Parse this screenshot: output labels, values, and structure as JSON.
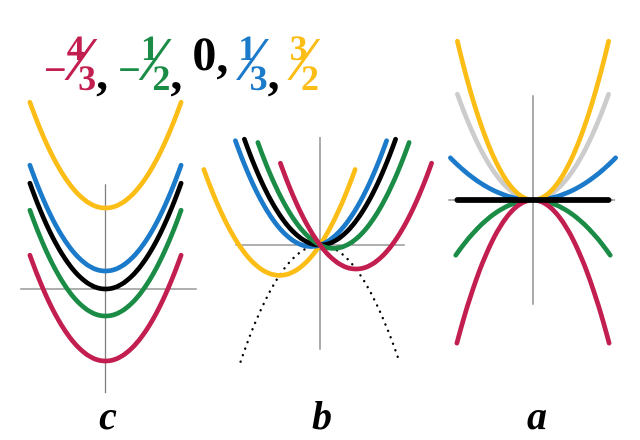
{
  "palette": {
    "crimson": "#C21E4F",
    "green": "#1A8C46",
    "black": "#000000",
    "blue": "#1B7AC9",
    "yellow": "#FBBD16",
    "gray": "#CCCCCC",
    "axis": "#808080"
  },
  "legend": {
    "separator": ",",
    "items": [
      {
        "label": "-4/3",
        "sign": "−",
        "numerator": "4",
        "denominator": "3",
        "color_name": "crimson"
      },
      {
        "label": "-1/2",
        "sign": "−",
        "numerator": "1",
        "denominator": "2",
        "color_name": "green"
      },
      {
        "label": "0",
        "value": "0",
        "color_name": "black"
      },
      {
        "label": "1/3",
        "sign": "",
        "numerator": "1",
        "denominator": "3",
        "color_name": "blue"
      },
      {
        "label": "3/2",
        "sign": "",
        "numerator": "3",
        "denominator": "2",
        "color_name": "yellow"
      }
    ]
  },
  "chart_data": [
    {
      "type": "line",
      "panel_label": "c",
      "family": "y = x^2 + c",
      "varying": "c",
      "grid": false,
      "x_axis_range": [
        -1.58,
        1.69
      ],
      "y_axis_range": [
        -1.93,
        1.94
      ],
      "curves": [
        {
          "value": -1.3333,
          "label": "-4/3",
          "color_name": "crimson",
          "x_range": [
            -1.4,
            1.4
          ]
        },
        {
          "value": -0.5,
          "label": "-1/2",
          "color_name": "green",
          "x_range": [
            -1.4,
            1.4
          ]
        },
        {
          "value": 0,
          "label": "0",
          "color_name": "black",
          "x_range": [
            -1.4,
            1.4
          ]
        },
        {
          "value": 0.3333,
          "label": "1/3",
          "color_name": "blue",
          "x_range": [
            -1.4,
            1.4
          ]
        },
        {
          "value": 1.5,
          "label": "3/2",
          "color_name": "yellow",
          "x_range": [
            -1.4,
            1.4
          ]
        }
      ]
    },
    {
      "type": "line",
      "panel_label": "b",
      "family": "y = x^2 + bx",
      "varying": "b",
      "grid": false,
      "x_axis_range": [
        -1.57,
        1.57
      ],
      "y_axis_range": [
        -1.94,
        2.0
      ],
      "envelope": {
        "family": "y = -x^2",
        "style": "dotted",
        "color_name": "black",
        "x_range": [
          -1.47,
          1.47
        ]
      },
      "curves": [
        {
          "value": 1.5,
          "label": "3/2",
          "color_name": "yellow",
          "x_range": [
            -2.15,
            0.65
          ]
        },
        {
          "value": 0.3333,
          "label": "1/3",
          "color_name": "blue",
          "x_range": [
            -1.5667,
            1.2333
          ]
        },
        {
          "value": 0,
          "label": "0",
          "color_name": "black",
          "x_range": [
            -1.4,
            1.4
          ]
        },
        {
          "value": -0.5,
          "label": "-1/2",
          "color_name": "green",
          "x_range": [
            -1.15,
            1.65
          ]
        },
        {
          "value": -1.3333,
          "label": "-4/3",
          "color_name": "crimson",
          "x_range": [
            -0.7333,
            2.0667
          ]
        }
      ]
    },
    {
      "type": "line",
      "panel_label": "a",
      "family": "y = a·x^2",
      "varying": "a",
      "grid": false,
      "x_axis_range": [
        -1.57,
        1.52
      ],
      "y_axis_range": [
        -1.94,
        1.94
      ],
      "curves": [
        {
          "value": 1,
          "label": "1 (reference)",
          "color_name": "gray",
          "x_range": [
            -1.4,
            1.4
          ]
        },
        {
          "value": 0.3333,
          "label": "1/3",
          "color_name": "blue",
          "x_range": [
            -1.53,
            1.53
          ]
        },
        {
          "value": -0.5,
          "label": "-1/2",
          "color_name": "green",
          "x_range": [
            -1.43,
            1.43
          ]
        },
        {
          "value": -1.3333,
          "label": "-4/3",
          "color_name": "crimson",
          "x_range": [
            -1.41,
            1.41
          ]
        },
        {
          "value": 1.5,
          "label": "3/2",
          "color_name": "yellow",
          "x_range": [
            -1.4,
            1.4
          ]
        },
        {
          "value": 0,
          "label": "0",
          "color_name": "black",
          "x_range": [
            -1.4,
            1.4
          ],
          "thick_line": true
        }
      ]
    }
  ]
}
